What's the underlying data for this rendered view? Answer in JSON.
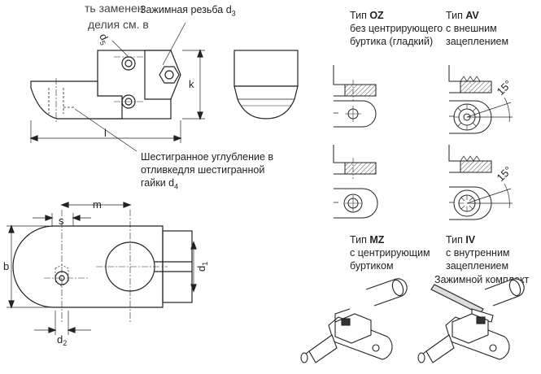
{
  "intro": {
    "line1": "ть заменен",
    "line2": "делия см. в"
  },
  "labels": {
    "clamp_thread": "Зажимная резьба d",
    "clamp_thread_sub": "3",
    "hex_recess_1": "Шестигранное углубление в",
    "hex_recess_2": "отливкедля шестигранной",
    "hex_recess_3": "гайки d",
    "hex_recess_sub": "4",
    "clamp_kit": "Зажимной комплект"
  },
  "dimensions": {
    "d5": "d",
    "d5_sub": "5",
    "k": "k",
    "l": "l",
    "m": "m",
    "s": "s",
    "b": "b",
    "d1": "d",
    "d1_sub": "1",
    "d2": "d",
    "d2_sub": "2"
  },
  "types": {
    "oz": {
      "prefix": "Тип ",
      "code": "OZ",
      "line2": "без центрирующего",
      "line3": "буртика (гладкий)"
    },
    "av": {
      "prefix": "Тип ",
      "code": "AV",
      "line2": "с внешним",
      "line3": "зацеплением"
    },
    "mz": {
      "prefix": "Тип ",
      "code": "MZ",
      "line2": "с центрирующим",
      "line3": "буртиком"
    },
    "iv": {
      "prefix": "Тип ",
      "code": "IV",
      "line2": "с внутренним",
      "line3": "зацеплением"
    },
    "angle1": "15°",
    "angle2": "15°"
  },
  "colors": {
    "line": "#222222",
    "part_fill": "#ffffff"
  }
}
